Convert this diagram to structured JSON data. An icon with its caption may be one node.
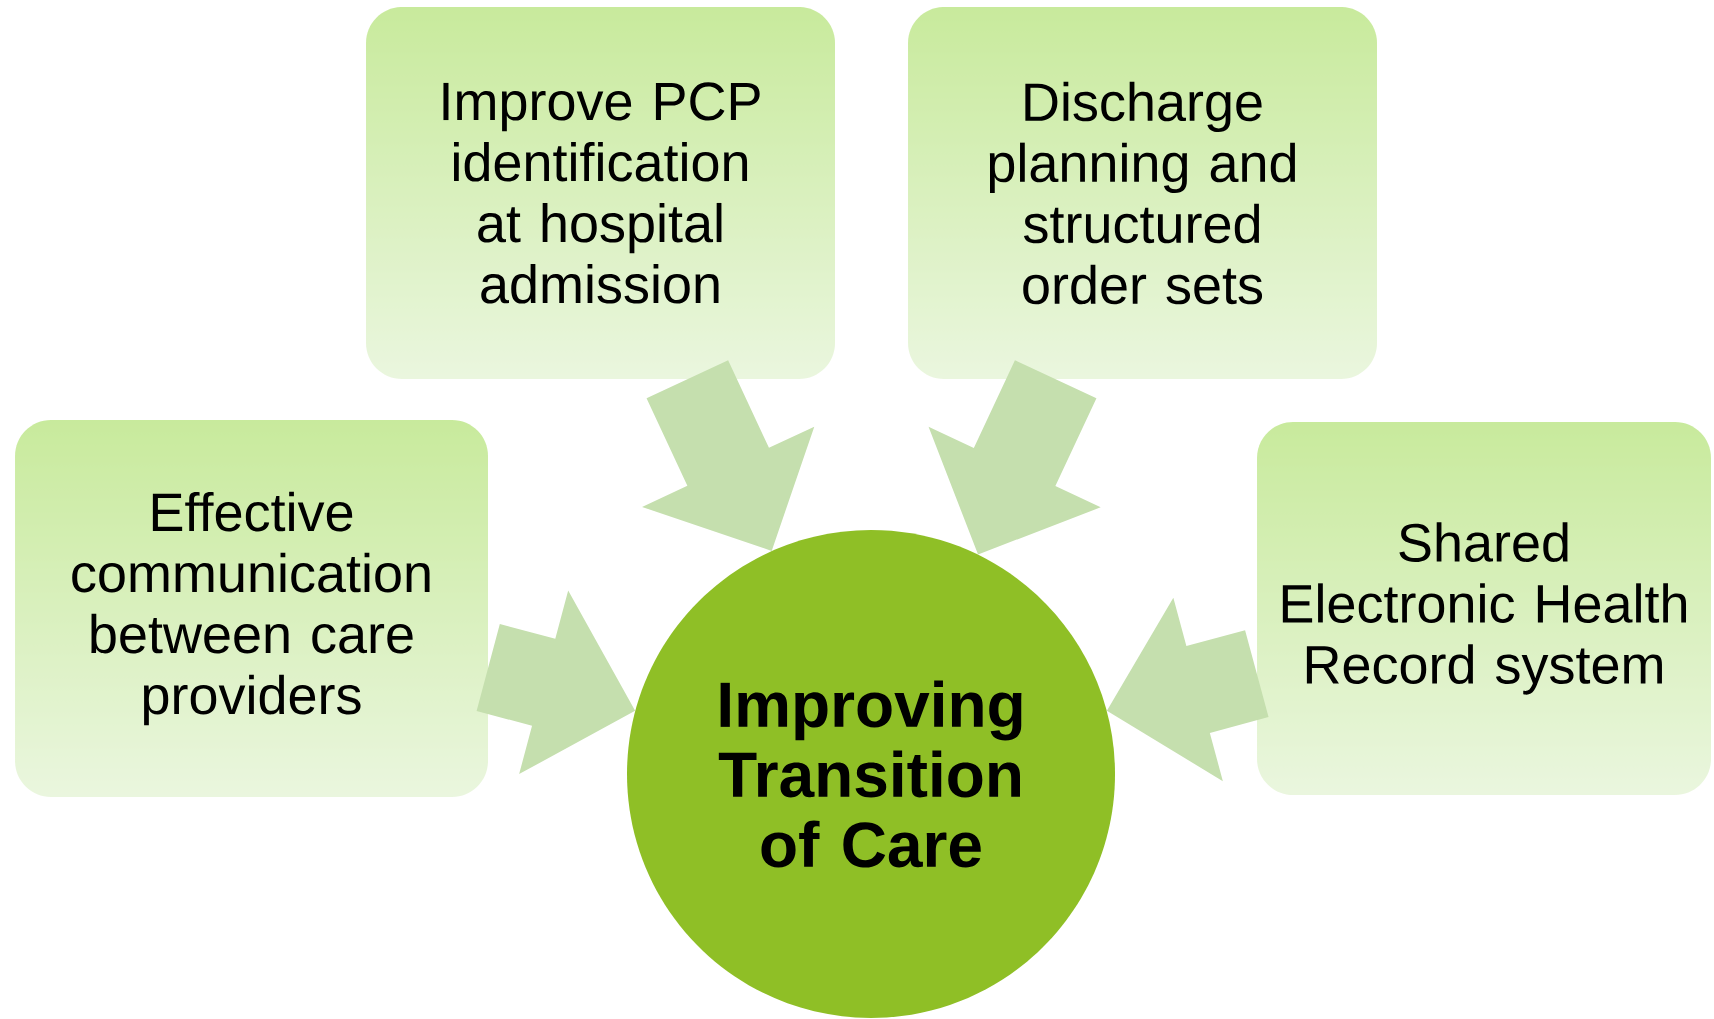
{
  "diagram": {
    "nodes": [
      {
        "text": [
          "Improve PCP identification at hospital admission"
        ]
      },
      {
        "text": [
          "Discharge planning and structured order sets"
        ]
      },
      {
        "text": [
          "Effective communication between care providers"
        ]
      },
      {
        "text": [
          "Shared Electronic Health Record system"
        ]
      },
      {
        "text": [
          "Improving Transition of Care"
        ]
      }
    ],
    "edges": [
      {
        "from": 0,
        "to": 4,
        "arrow": "to"
      },
      {
        "from": 1,
        "to": 4,
        "arrow": "to"
      },
      {
        "from": 2,
        "to": 4,
        "arrow": "to"
      },
      {
        "from": 3,
        "to": 4,
        "arrow": "to"
      }
    ]
  }
}
